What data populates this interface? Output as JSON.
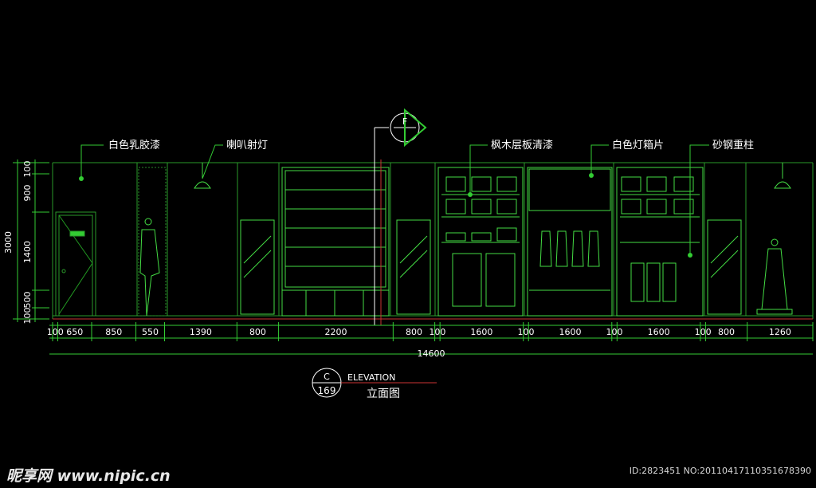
{
  "labels": {
    "latex": "白色乳胶漆",
    "horn_light": "喇叭射灯",
    "maple": "枫木层板清漆",
    "lightbox": "白色灯箱片",
    "column": "砂钢重柱"
  },
  "section_marker": {
    "letter": "F"
  },
  "elevation_marker": {
    "letter": "C",
    "number": "169"
  },
  "elevation_title": "ELEVATION",
  "elevation_title_cn": "立面图",
  "vertical_dims": {
    "d1": "100",
    "d2": "900",
    "d3": "1400",
    "d4": "500",
    "d5": "100",
    "total": "3000"
  },
  "horizontal_dims": [
    "100",
    "650",
    "850",
    "550",
    "1390",
    "800",
    "2200",
    "800",
    "100",
    "1600",
    "100",
    "1600",
    "100",
    "1600",
    "100",
    "800",
    "1260"
  ],
  "total_width": "14600",
  "watermark": {
    "site": "昵享网 www.nipic.cn",
    "id": "ID:2823451 NO:20110417110351678390"
  },
  "colors": {
    "line": "#33cc33",
    "bright": "#66ff66",
    "text": "#ffffff",
    "bg": "#000000"
  }
}
